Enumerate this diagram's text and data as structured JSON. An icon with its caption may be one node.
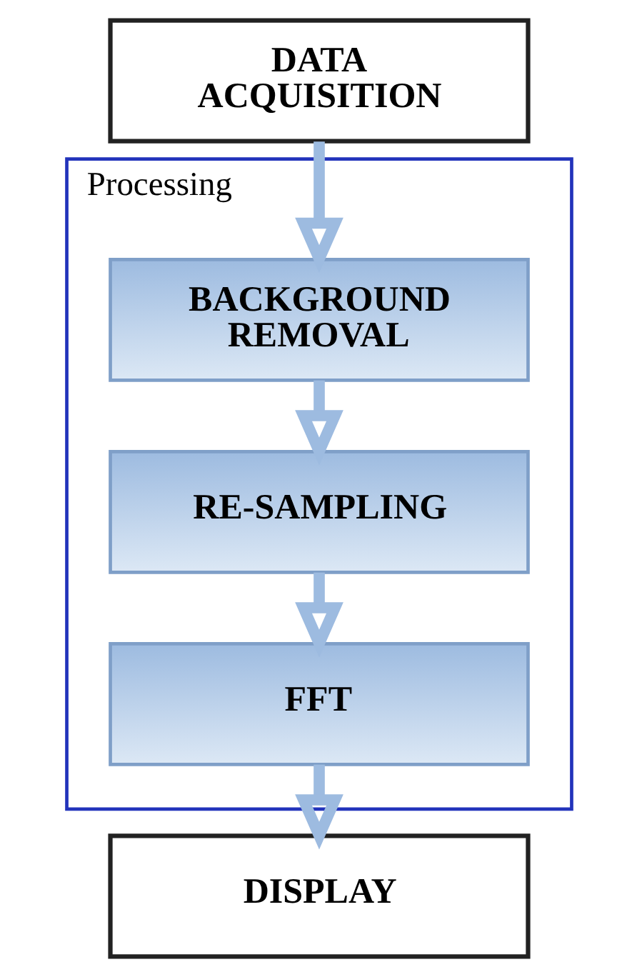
{
  "diagram": {
    "nodes": [
      {
        "text": [
          "DATA ACQUISITION"
        ]
      },
      {
        "text": [
          "Processing"
        ]
      },
      {
        "text": [
          "BACKGROUND REMOVAL"
        ],
        "in": 1
      },
      {
        "text": [
          "RE-SAMPLING"
        ],
        "in": 1
      },
      {
        "text": [
          "FFT"
        ],
        "in": 1
      },
      {
        "text": [
          "DISPLAY"
        ]
      }
    ],
    "edges": [
      {
        "from": 0,
        "to": 2,
        "arrow": "to"
      },
      {
        "from": 2,
        "to": 3,
        "arrow": "to"
      },
      {
        "from": 3,
        "to": 4,
        "arrow": "to"
      },
      {
        "from": 4,
        "to": 5,
        "arrow": "to"
      }
    ]
  }
}
